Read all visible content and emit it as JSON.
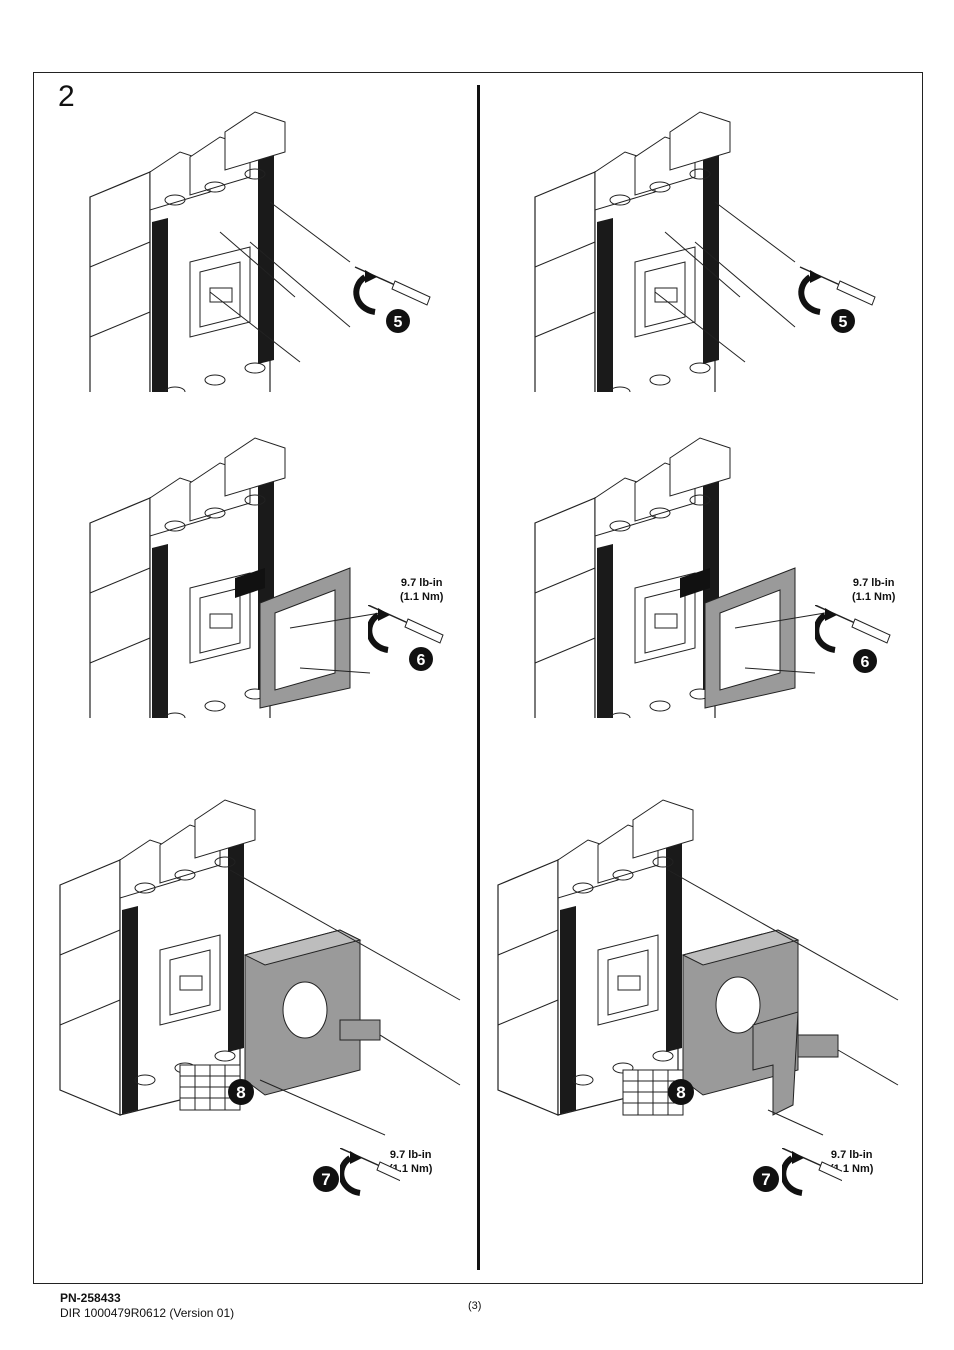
{
  "page": {
    "step_number": "2",
    "footer": {
      "part_number": "PN-258433",
      "document_ref": "DIR 1000479R0612 (Version 01)",
      "page_number": "(3)"
    }
  },
  "figures": [
    {
      "id": "top-left",
      "step_badge": "5",
      "torque": ""
    },
    {
      "id": "top-right",
      "step_badge": "5",
      "torque": ""
    },
    {
      "id": "middle-left",
      "step_badge": "6",
      "torque_line1": "9.7 lb-in",
      "torque_line2": "(1.1 Nm)"
    },
    {
      "id": "middle-right",
      "step_badge": "6",
      "torque_line1": "9.7 lb-in",
      "torque_line2": "(1.1 Nm)"
    },
    {
      "id": "bottom-left",
      "step_badge": "7",
      "label_badge": "8",
      "torque_line1": "9.7 lb-in",
      "torque_line2": "(1.1 Nm)"
    },
    {
      "id": "bottom-right",
      "step_badge": "7",
      "label_badge": "8",
      "torque_line1": "9.7 lb-in",
      "torque_line2": "(1.1 Nm)"
    }
  ],
  "colors": {
    "line": "#222222",
    "dark_panel": "#1a1a1a",
    "accessory_gray": "#9a9a9a",
    "badge_fill": "#111111"
  }
}
